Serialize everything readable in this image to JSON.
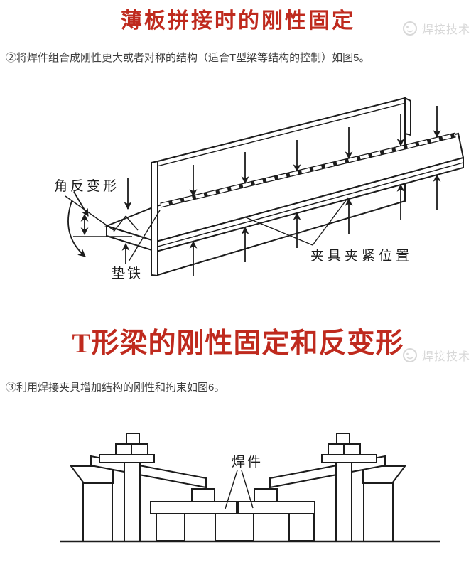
{
  "watermark": {
    "text": "焊接技术",
    "logo_icon": "welder-smiley-logo",
    "color": "#d8d8d8"
  },
  "section1": {
    "title": "薄板拼接时的刚性固定",
    "paragraph": "②将焊件组合成刚性更大或者对称的结构（适合T型梁等结构的控制）如图5。",
    "figure5": {
      "type": "isometric-t-beam-rigid-fixing-diagram",
      "labels": {
        "angle_counter_deformation": "角反变形",
        "pad_iron": "垫铁",
        "clamp_positions": "夹具夹紧位置"
      }
    }
  },
  "section2": {
    "title": "T形梁的刚性固定和反变形",
    "paragraph": "③利用焊接夹具增加结构的刚性和拘束如图6。",
    "figure6": {
      "type": "welding-fixture-cross-section-diagram",
      "labels": {
        "weldment": "焊件"
      }
    }
  },
  "colors": {
    "title_red": "#bf2a1e",
    "body_text": "#3f3f3f",
    "line_art": "#1c1c1c",
    "watermark_gray": "#d8d8d8",
    "background": "#ffffff"
  }
}
